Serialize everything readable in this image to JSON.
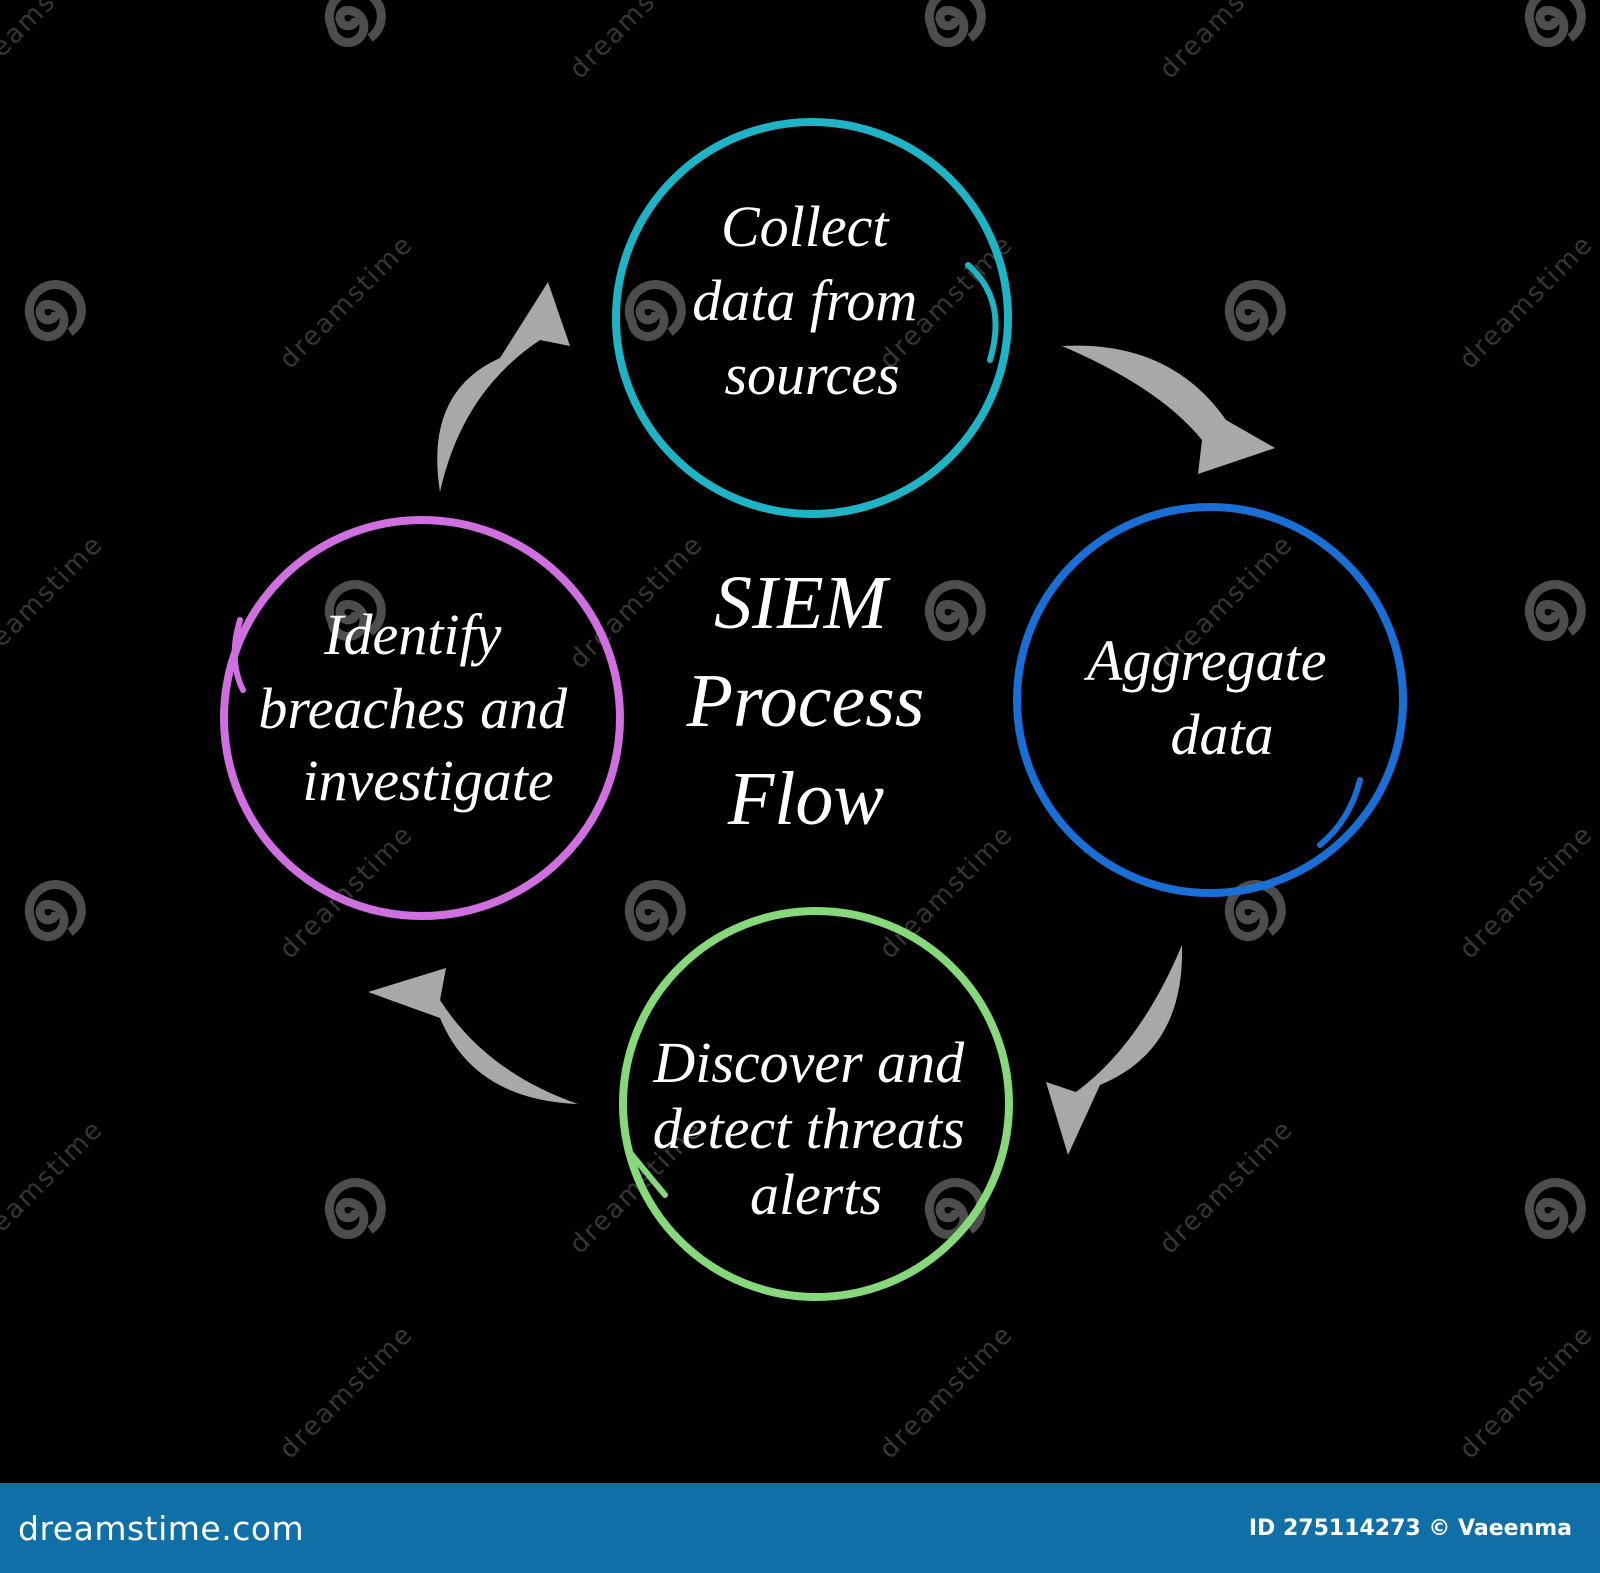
{
  "diagram": {
    "center_title": [
      "SIEM",
      "Process",
      "Flow"
    ],
    "steps": [
      {
        "lines": [
          "Collect",
          "data from",
          "sources"
        ],
        "color": "#1fb3c6"
      },
      {
        "lines": [
          "Aggregate",
          "data"
        ],
        "color": "#1a6fd6"
      },
      {
        "lines": [
          "Discover and",
          "detect threats",
          "alerts"
        ],
        "color": "#86d87a"
      },
      {
        "lines": [
          "Identify",
          "breaches and",
          "investigate"
        ],
        "color": "#cf6fe0"
      }
    ],
    "arrow_color": "#a8a8a8",
    "background": "#000000"
  },
  "watermark": {
    "text": "dreamstime"
  },
  "footer": {
    "brand": "dreamstime.com",
    "credit": "ID 275114273 © Vaeenma",
    "background": "#0f6fa6"
  }
}
